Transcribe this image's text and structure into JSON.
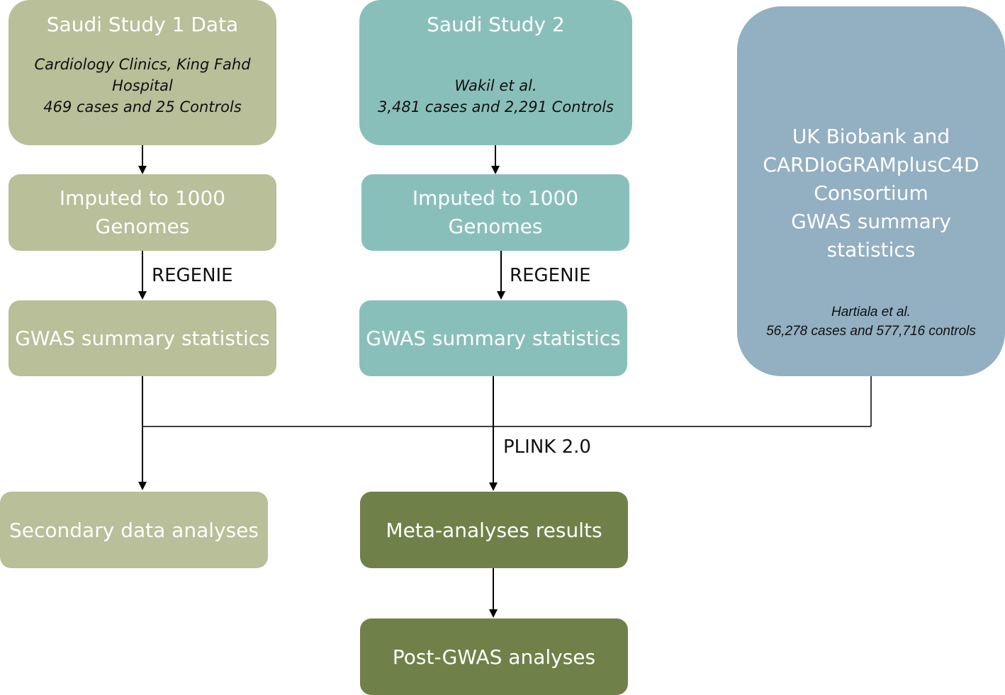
{
  "study1": {
    "title": "Saudi Study 1 Data",
    "detail_line1": "Cardiology Clinics, King Fahd",
    "detail_line2": "Hospital",
    "detail_line3": "469 cases and 25 Controls"
  },
  "study2": {
    "title": "Saudi Study 2",
    "detail_line1": "Wakil et al.",
    "detail_line2": "3,481 cases and 2,291 Controls"
  },
  "ukbiobank": {
    "line1": "UK Biobank and",
    "line2": "CARDIoGRAMplusC4D",
    "line3": "Consortium",
    "line4": "GWAS summary",
    "line5": "statistics",
    "detail_line1": "Hartiala et al.",
    "detail_line2": "56,278 cases and  577,716 controls"
  },
  "imputed1": {
    "line1": "Imputed to 1000",
    "line2": "Genomes"
  },
  "imputed2": {
    "line1": "Imputed to 1000",
    "line2": "Genomes"
  },
  "regenie1": "REGENIE",
  "regenie2": "REGENIE",
  "gwas1": "GWAS summary statistics",
  "gwas2": "GWAS summary statistics",
  "plink": "PLINK 2.0",
  "secondary": "Secondary data analyses",
  "meta": "Meta-analyses results",
  "post": "Post-GWAS analyses",
  "colors": {
    "sage": "#b8bf99",
    "teal": "#89bfba",
    "blue": "#93afc2",
    "olive": "#6f8148"
  }
}
